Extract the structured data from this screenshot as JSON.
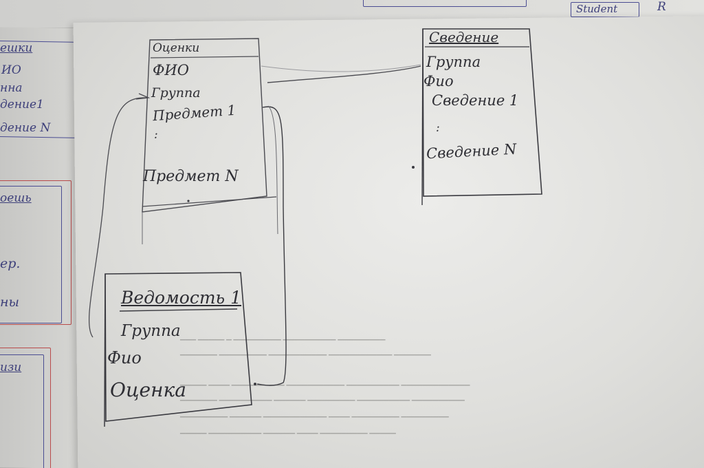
{
  "background_top": {
    "student_label": "Student",
    "r_label": "R"
  },
  "left_sheet": {
    "box1": {
      "title": "ешки",
      "lines": [
        "ИО",
        "нна",
        "дение1",
        "дение N"
      ]
    },
    "box2": {
      "title": "оешь",
      "lines": [
        "ер.",
        "ны"
      ]
    },
    "box3": {
      "title": "изи"
    }
  },
  "entities": {
    "ocenki": {
      "title": "Оценки",
      "fields": [
        "ФИО",
        "Группа",
        "Предмет 1",
        ":",
        "Предмет N"
      ]
    },
    "svedenie": {
      "title": "Сведение",
      "fields": [
        "Группа",
        "Фио",
        "Сведение 1",
        ":",
        "Сведение N"
      ]
    },
    "vedomost": {
      "title": "Ведомость 1",
      "fields": [
        "Группа",
        "Фио",
        "Оценка"
      ]
    }
  },
  "colors": {
    "ink": "#2e2e34",
    "blue_ink": "#3d3f7a",
    "red_ink": "#b94a4a",
    "paper": "#e6e6e3"
  }
}
